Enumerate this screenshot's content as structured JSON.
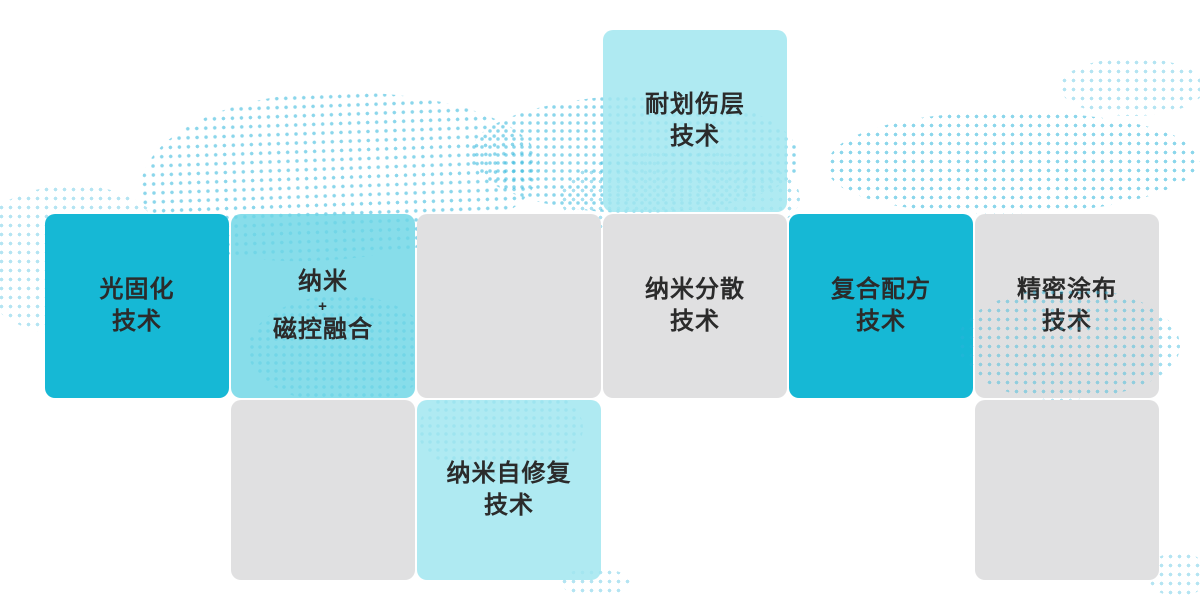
{
  "colors": {
    "bright_cyan": "#16b8d5",
    "light_cyan": "#6dd6e5",
    "pale_cyan": "#a1e6f0",
    "tile_gray": "#e0e0e1",
    "dot_blue": "#2cb5db",
    "text": "#2b2b2b",
    "background": "#ffffff"
  },
  "tiles": [
    {
      "name": "scratch-resistant-layer",
      "lines": [
        "耐划伤层",
        "技术"
      ]
    },
    {
      "name": "uv-curing",
      "lines": [
        "光固化",
        "技术"
      ]
    },
    {
      "name": "nano-magnetron-fusion",
      "lines": [
        "纳米",
        "+",
        "磁控融合"
      ]
    },
    {
      "name": "blank-1",
      "lines": []
    },
    {
      "name": "nano-dispersion",
      "lines": [
        "纳米分散",
        "技术"
      ]
    },
    {
      "name": "composite-formulation",
      "lines": [
        "复合配方",
        "技术"
      ]
    },
    {
      "name": "precision-coating",
      "lines": [
        "精密涂布",
        "技术"
      ]
    },
    {
      "name": "blank-2",
      "lines": []
    },
    {
      "name": "nano-self-healing",
      "lines": [
        "纳米自修复",
        "技术"
      ]
    },
    {
      "name": "blank-3",
      "lines": []
    }
  ]
}
